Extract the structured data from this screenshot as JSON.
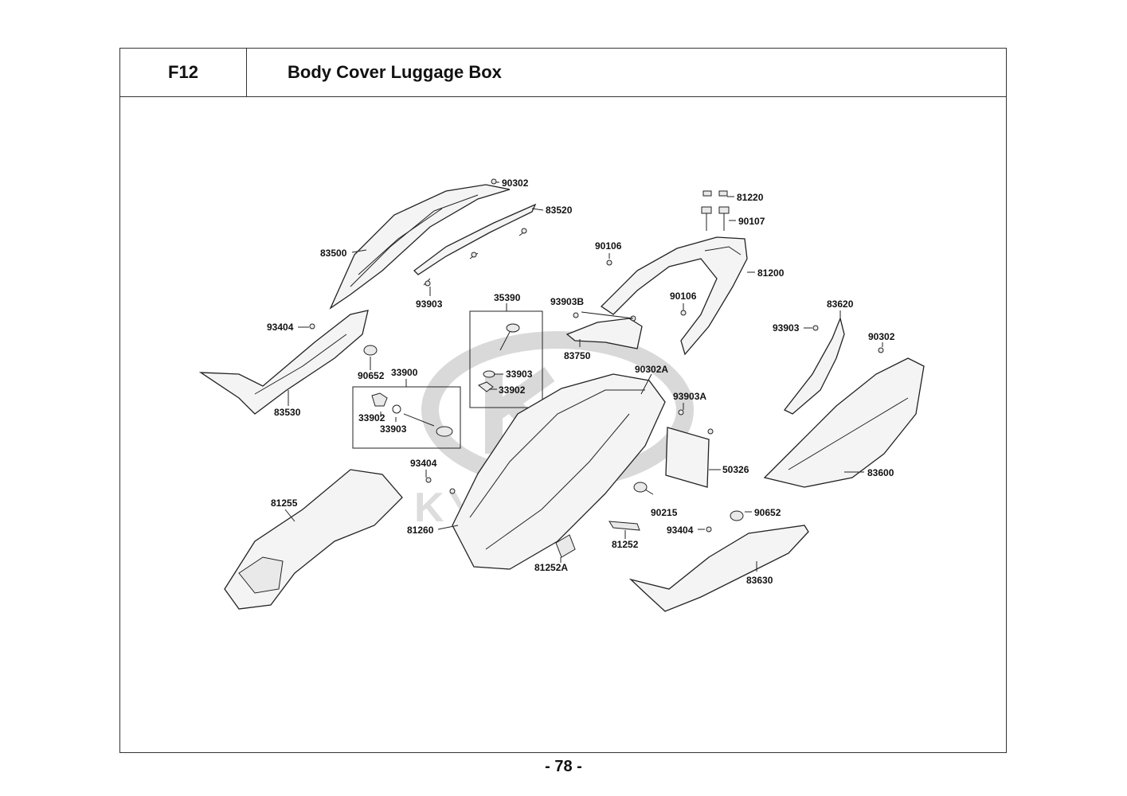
{
  "header": {
    "code": "F12",
    "title": "Body Cover  Luggage Box"
  },
  "page_number": "- 78 -",
  "watermark": {
    "brand": "KYMCO"
  },
  "callouts": [
    "90302",
    "83520",
    "83500",
    "93903",
    "81220",
    "90107",
    "90106",
    "81200",
    "35390",
    "93903B",
    "90106",
    "93404",
    "83750",
    "83620",
    "93903",
    "90302",
    "90302A",
    "33903",
    "33902",
    "90652",
    "33900",
    "93903A",
    "83530",
    "33902",
    "33903",
    "50326",
    "83600",
    "93404",
    "81255",
    "90215",
    "90652",
    "81260",
    "93404",
    "81252",
    "81252A",
    "83630"
  ]
}
